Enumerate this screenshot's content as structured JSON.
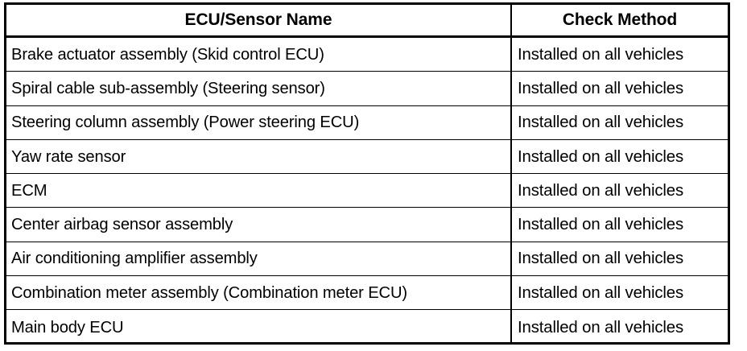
{
  "table": {
    "columns": [
      {
        "key": "name",
        "header": "ECU/Sensor Name"
      },
      {
        "key": "method",
        "header": "Check Method"
      }
    ],
    "rows": [
      {
        "name": "Brake actuator assembly (Skid control ECU)",
        "method": "Installed on all vehicles"
      },
      {
        "name": "Spiral cable sub-assembly (Steering sensor)",
        "method": "Installed on all vehicles"
      },
      {
        "name": "Steering column assembly (Power steering ECU)",
        "method": "Installed on all vehicles"
      },
      {
        "name": "Yaw rate sensor",
        "method": "Installed on all vehicles"
      },
      {
        "name": "ECM",
        "method": "Installed on all vehicles"
      },
      {
        "name": "Center airbag sensor assembly",
        "method": "Installed on all vehicles"
      },
      {
        "name": "Air conditioning amplifier assembly",
        "method": "Installed on all vehicles"
      },
      {
        "name": "Combination meter assembly (Combination meter ECU)",
        "method": "Installed on all vehicles"
      },
      {
        "name": "Main body ECU",
        "method": "Installed on all vehicles"
      }
    ]
  },
  "colors": {
    "border": "#000000",
    "text": "#000000",
    "background": "#ffffff"
  }
}
